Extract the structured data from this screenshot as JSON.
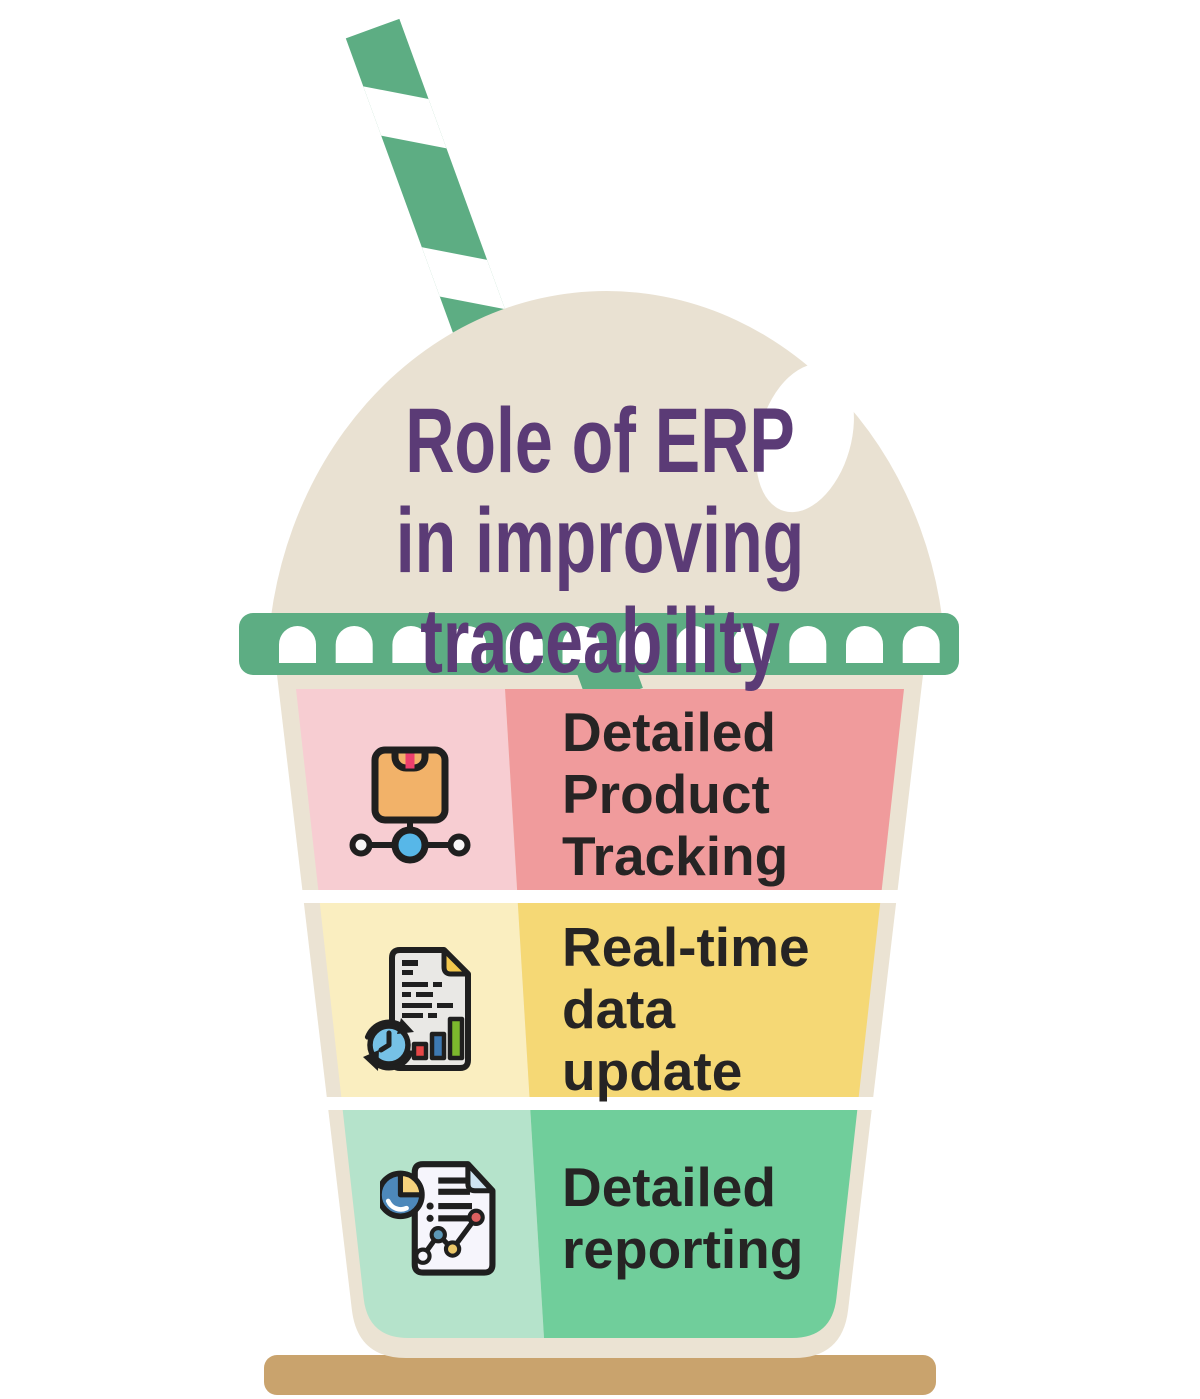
{
  "title": {
    "lines": [
      "Role of ERP",
      "in improving",
      "traceability"
    ],
    "color": "#5b3b76"
  },
  "sections": [
    {
      "id": "detailed-product-tracking",
      "icon": "package-tracking-icon",
      "lines": [
        "Detailed",
        "Product",
        "Tracking"
      ],
      "panel_light": "#f7cdd2",
      "panel_dark": "#f09b9c"
    },
    {
      "id": "real-time-data-update",
      "icon": "realtime-data-document-icon",
      "lines": [
        "Real-time",
        "data",
        "update"
      ],
      "panel_light": "#faeec0",
      "panel_dark": "#f5d875"
    },
    {
      "id": "detailed-reporting",
      "icon": "report-chart-icon",
      "lines": [
        "Detailed",
        "reporting"
      ],
      "panel_light": "#b5e3cb",
      "panel_dark": "#70ce9b"
    }
  ],
  "colors": {
    "background": "#ffffff",
    "dome_beige": "#e9e1d2",
    "cup_wall_beige": "#ebe3d3",
    "band_green": "#5dad83",
    "straw_green": "#5dad83",
    "white": "#ffffff",
    "table_tan": "#c9a36d",
    "label_text": "#262424"
  },
  "icon_colors": {
    "outline": "#1f1f1f",
    "box_orange": "#f2b269",
    "tag_pink": "#ee3f6d",
    "node_blue": "#57b7e8",
    "node_white": "#f7f7f7",
    "doc_gray": "#e9e8e5",
    "fold_yellow": "#f2c74d",
    "bar_red": "#e64747",
    "bar_blue": "#3d79b2",
    "bar_green": "#7cb82d",
    "clock_blue": "#76c1e6",
    "doc_white": "#f6f5fc",
    "fold_blue": "#cfe4f2",
    "pie_blue": "#4d88ba",
    "pie_yellow": "#f6d27d",
    "dot_blue": "#5c98b8",
    "dot_yellow": "#ecc768",
    "dot_red": "#dd6060"
  }
}
